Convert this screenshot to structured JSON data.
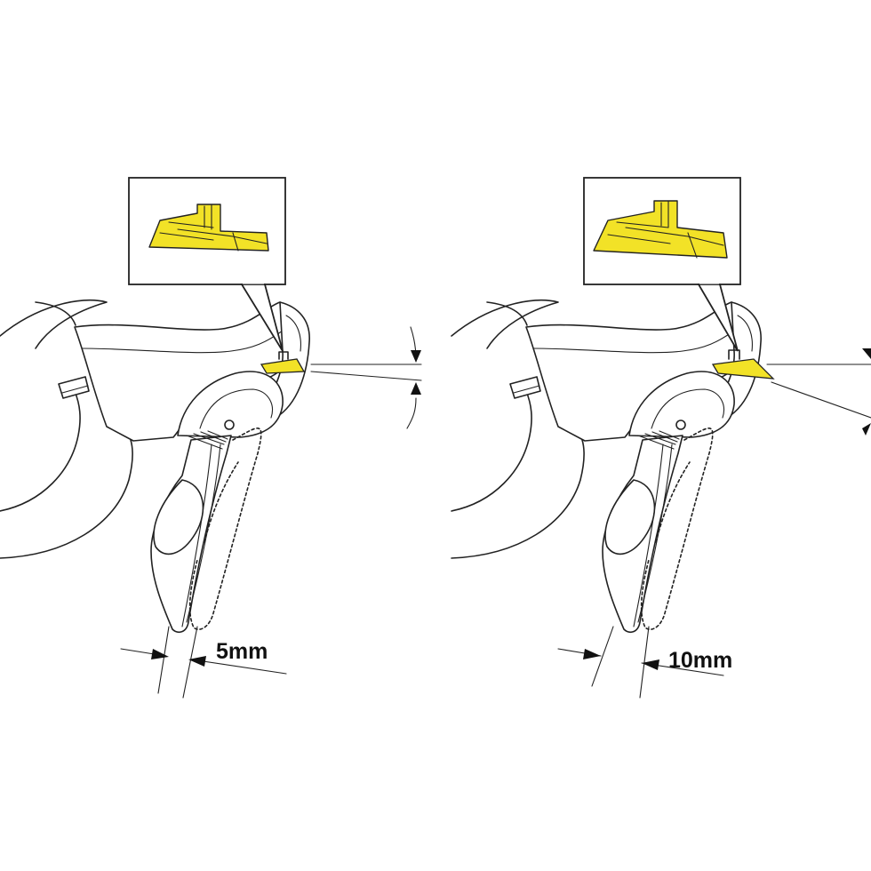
{
  "figure": {
    "panels": [
      {
        "id": "left",
        "dimension_label": "5mm"
      },
      {
        "id": "right",
        "dimension_label": "10mm"
      }
    ],
    "colors": {
      "shim_fill": "#F2E227",
      "line": "#222222",
      "background": "#FFFFFF"
    }
  }
}
